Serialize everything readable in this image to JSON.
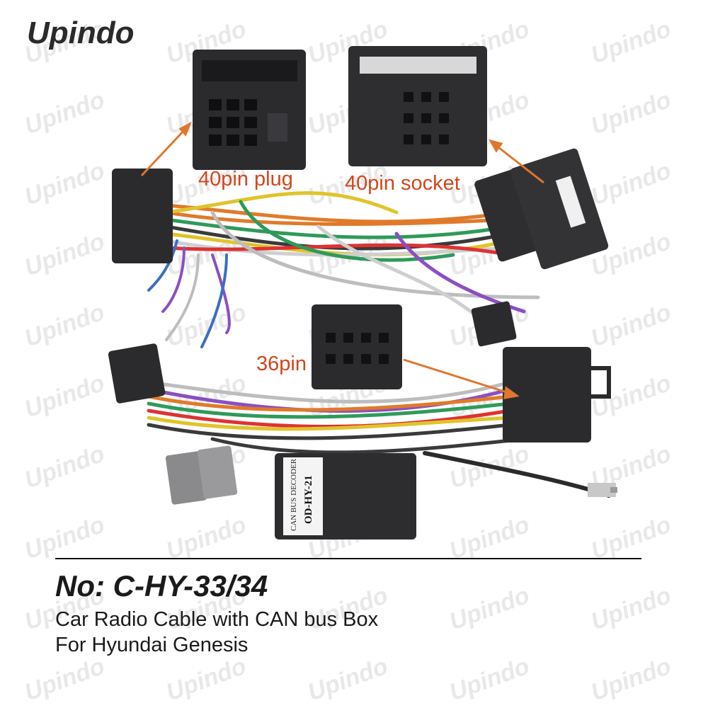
{
  "brand": {
    "name": "Upindo",
    "watermark_text": "Upindo"
  },
  "callouts": {
    "plug_40": "40pin plug",
    "socket_40": "40pin socket",
    "pin_36": "36pin"
  },
  "product": {
    "model": "No: C-HY-33/34",
    "description_line1": "Car Radio Cable with CAN bus Box",
    "description_line2": "For Hyundai Genesis"
  },
  "labels": {
    "decoder_box": "CAN BUS DECODER",
    "decoder_model": "OD-HY-21"
  },
  "colors": {
    "accent": "#d2461c",
    "arrow": "#e0762e",
    "connector": "#2b2b2e",
    "text": "#1a1a1a"
  }
}
